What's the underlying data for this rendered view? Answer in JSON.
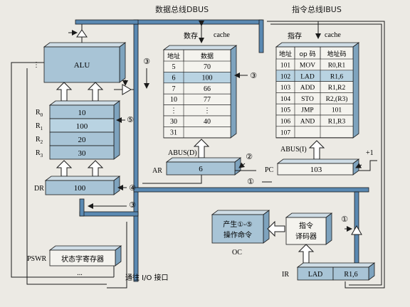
{
  "title_dbus": "数据总线DBUS",
  "title_ibus": "指令总线IBUS",
  "data_memory": {
    "label": "数存",
    "cache_label": "cache",
    "col_addr": "地址",
    "col_data": "数据",
    "rows": [
      {
        "addr": "5",
        "data": "70",
        "highlight": false
      },
      {
        "addr": "6",
        "data": "100",
        "highlight": true
      },
      {
        "addr": "7",
        "data": "66",
        "highlight": false
      },
      {
        "addr": "10",
        "data": "77",
        "highlight": false
      },
      {
        "addr": "⋮",
        "data": "⋮",
        "highlight": false
      },
      {
        "addr": "30",
        "data": "40",
        "highlight": false
      },
      {
        "addr": "31",
        "data": "",
        "highlight": false
      }
    ],
    "marker": "③"
  },
  "instr_memory": {
    "label": "指存",
    "cache_label": "cache",
    "col_addr": "地址",
    "col_op": "op 码",
    "col_operand": "地址码",
    "rows": [
      {
        "addr": "101",
        "op": "MOV",
        "operand": "R0,R1",
        "highlight": false
      },
      {
        "addr": "102",
        "op": "LAD",
        "operand": "R1,6",
        "highlight": true
      },
      {
        "addr": "103",
        "op": "ADD",
        "operand": "R1,R2",
        "highlight": false
      },
      {
        "addr": "104",
        "op": "STO",
        "operand": "R2,(R3)",
        "highlight": false
      },
      {
        "addr": "105",
        "op": "JMP",
        "operand": "101",
        "highlight": false
      },
      {
        "addr": "106",
        "op": "AND",
        "operand": "R1,R3",
        "highlight": false
      },
      {
        "addr": "107",
        "op": "",
        "operand": "",
        "highlight": false
      }
    ]
  },
  "alu": {
    "label": "ALU",
    "dots": "⋮"
  },
  "registers": [
    {
      "name": "R",
      "sub": "0",
      "value": "10",
      "highlight": false
    },
    {
      "name": "R",
      "sub": "1",
      "value": "100",
      "highlight": true
    },
    {
      "name": "R",
      "sub": "2",
      "value": "20",
      "highlight": false
    },
    {
      "name": "R",
      "sub": "3",
      "value": "30",
      "highlight": false
    }
  ],
  "reg_marker": "⑤",
  "dr": {
    "label": "DR",
    "value": "100",
    "marker": "④"
  },
  "dr_bus_marker": "③",
  "alu_bus_marker": "③",
  "abus_d": "ABUS(D)",
  "abus_i": "ABUS(I)",
  "ar": {
    "label": "AR",
    "value": "6",
    "marker": "②"
  },
  "pc": {
    "label": "PC",
    "value": "103",
    "plus_one": "+1"
  },
  "ibus_marker": "①",
  "ir_marker": "①",
  "oc": {
    "label": "OC",
    "line1": "产生①-⑤",
    "line2": "操作命令"
  },
  "decoder": {
    "line1": "指令",
    "line2": "译码器"
  },
  "ir": {
    "label": "IR",
    "op": "LAD",
    "operand": "R1,6"
  },
  "pswr": {
    "label": "PSWR",
    "text": "状态字寄存器",
    "dots": "..."
  },
  "io_label": "通往 I/O 接口",
  "colors": {
    "box_fill": "#a8c4d6",
    "box_highlight": "#b9d3e2",
    "box_light": "#f4f3ee",
    "bus": "#5a89b2",
    "line": "#1a1a1a"
  }
}
